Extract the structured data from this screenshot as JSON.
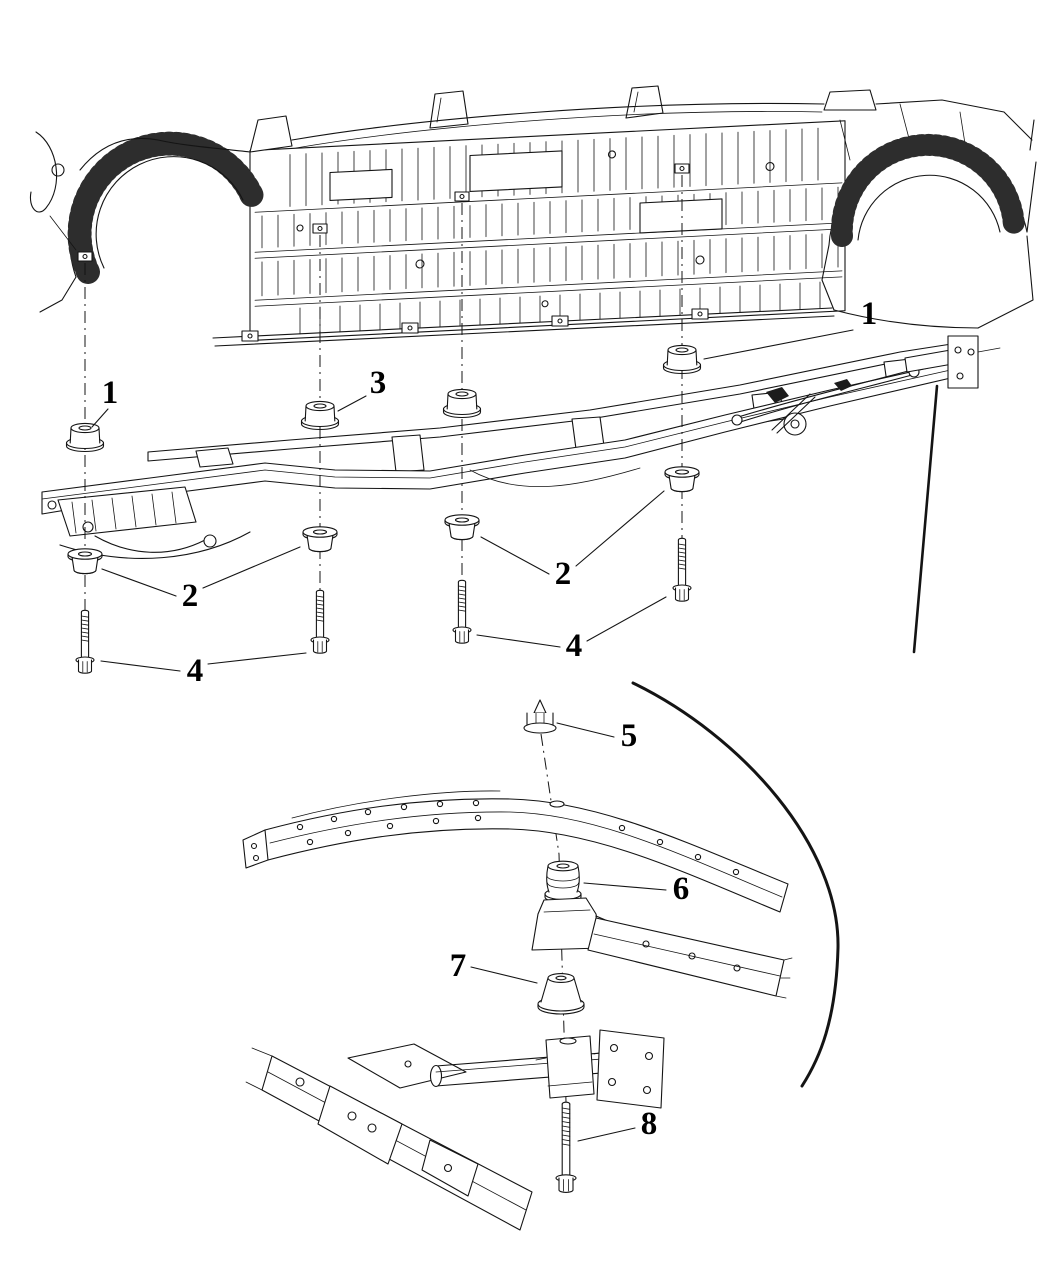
{
  "diagram": {
    "background_color": "#ffffff",
    "line_color": "#141414",
    "callouts": [
      {
        "id": "callout-1-front-body-mount",
        "label": "1"
      },
      {
        "id": "callout-3-mid-body-mount",
        "label": "3"
      },
      {
        "id": "callout-1-rear-body-mount",
        "label": "1"
      },
      {
        "id": "callout-2-front-lower-insulator",
        "label": "2"
      },
      {
        "id": "callout-2-mid-lower-insulator",
        "label": "2"
      },
      {
        "id": "callout-4-front-bolt",
        "label": "4"
      },
      {
        "id": "callout-4-mid-bolt",
        "label": "4"
      },
      {
        "id": "callout-5-nut",
        "label": "5"
      },
      {
        "id": "callout-6-upper-insulator",
        "label": "6"
      },
      {
        "id": "callout-7-lower-insulator",
        "label": "7"
      },
      {
        "id": "callout-8-bolt",
        "label": "8"
      }
    ]
  }
}
